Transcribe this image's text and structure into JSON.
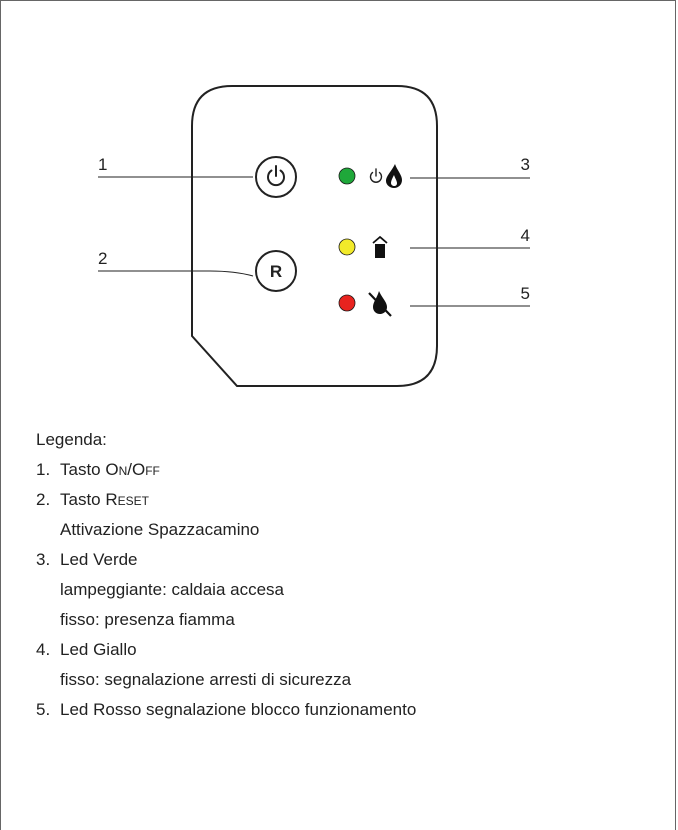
{
  "callouts": [
    "1",
    "2",
    "3",
    "4",
    "5"
  ],
  "buttons": {
    "reset_label": "R"
  },
  "leds": [
    {
      "color": "#1fa83a"
    },
    {
      "color": "#f2ea2a"
    },
    {
      "color": "#e8231f"
    }
  ],
  "legend": {
    "title": "Legenda:",
    "items": [
      {
        "num": "1.",
        "prefix": "Tasto ",
        "label": "On/Off",
        "details": []
      },
      {
        "num": "2.",
        "prefix": "Tasto ",
        "label": "Reset",
        "details": [
          "Attivazione Spazzacamino"
        ]
      },
      {
        "num": "3.",
        "prefix": "",
        "label": "Led Verde",
        "details": [
          "lampeggiante: caldaia accesa",
          "fisso: presenza fiamma"
        ]
      },
      {
        "num": "4.",
        "prefix": "",
        "label": "Led Giallo",
        "details": [
          "fisso: segnalazione arresti di sicurezza"
        ]
      },
      {
        "num": "5.",
        "prefix": "",
        "label": "Led Rosso segnalazione blocco funzionamento",
        "details": []
      }
    ]
  }
}
